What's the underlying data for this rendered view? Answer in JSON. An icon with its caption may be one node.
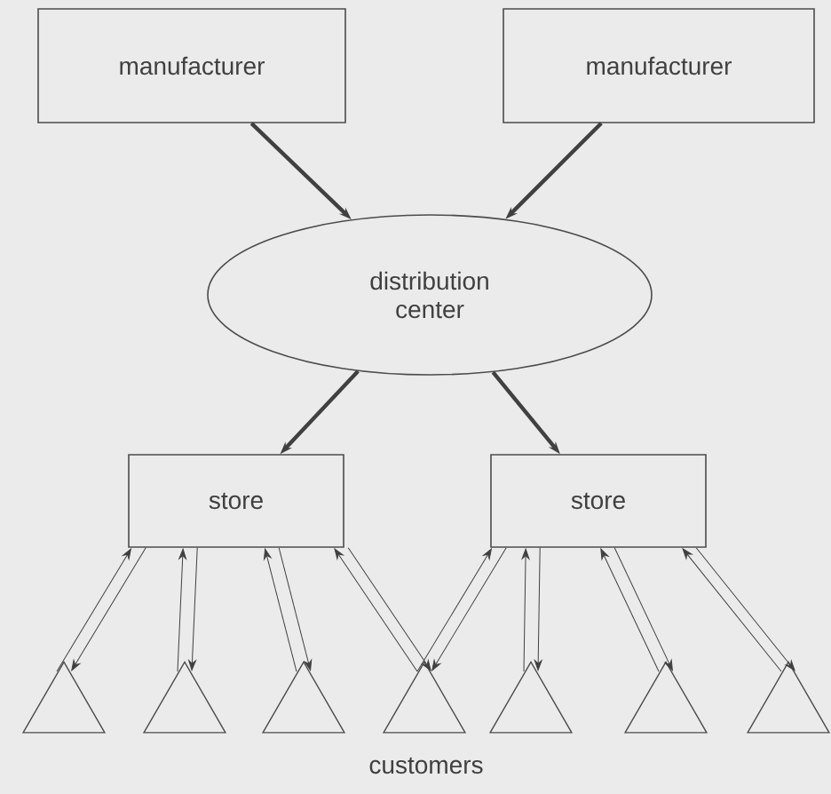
{
  "diagram": {
    "nodes": [
      {
        "text": [
          "manufacturer"
        ]
      },
      {
        "text": [
          "manufacturer"
        ]
      },
      {
        "text": [
          "distribution center"
        ]
      },
      {
        "text": [
          "store"
        ]
      },
      {
        "text": [
          "store"
        ]
      },
      {
        "text": [],
        "shape": "triangle"
      },
      {
        "text": [],
        "shape": "triangle"
      },
      {
        "text": [],
        "shape": "triangle"
      },
      {
        "text": [],
        "shape": "triangle"
      },
      {
        "text": [],
        "shape": "triangle"
      },
      {
        "text": [],
        "shape": "triangle"
      },
      {
        "text": [],
        "shape": "triangle"
      }
    ],
    "edges": [
      {
        "from": 0,
        "to": 2,
        "arrow": "to",
        "style": "thick"
      },
      {
        "from": 1,
        "to": 2,
        "arrow": "to",
        "style": "thick"
      },
      {
        "from": 2,
        "to": 3,
        "arrow": "to",
        "style": "thick"
      },
      {
        "from": 2,
        "to": 4,
        "arrow": "to",
        "style": "thick"
      },
      {
        "from": 5,
        "to": 3,
        "arrow": "to"
      },
      {
        "from": 3,
        "to": 5,
        "arrow": "to"
      },
      {
        "from": 6,
        "to": 3,
        "arrow": "to"
      },
      {
        "from": 3,
        "to": 6,
        "arrow": "to"
      },
      {
        "from": 7,
        "to": 3,
        "arrow": "to"
      },
      {
        "from": 3,
        "to": 7,
        "arrow": "to"
      },
      {
        "from": 8,
        "to": 3,
        "arrow": "to"
      },
      {
        "from": 3,
        "to": 8,
        "arrow": "to"
      },
      {
        "from": 8,
        "to": 4,
        "arrow": "to"
      },
      {
        "from": 4,
        "to": 8,
        "arrow": "to"
      },
      {
        "from": 9,
        "to": 4,
        "arrow": "to"
      },
      {
        "from": 4,
        "to": 9,
        "arrow": "to"
      },
      {
        "from": 10,
        "to": 4,
        "arrow": "to"
      },
      {
        "from": 4,
        "to": 10,
        "arrow": "to"
      },
      {
        "from": 11,
        "to": 4,
        "arrow": "to"
      },
      {
        "from": 4,
        "to": 11,
        "arrow": "to"
      }
    ],
    "labels": [
      "customers"
    ]
  }
}
